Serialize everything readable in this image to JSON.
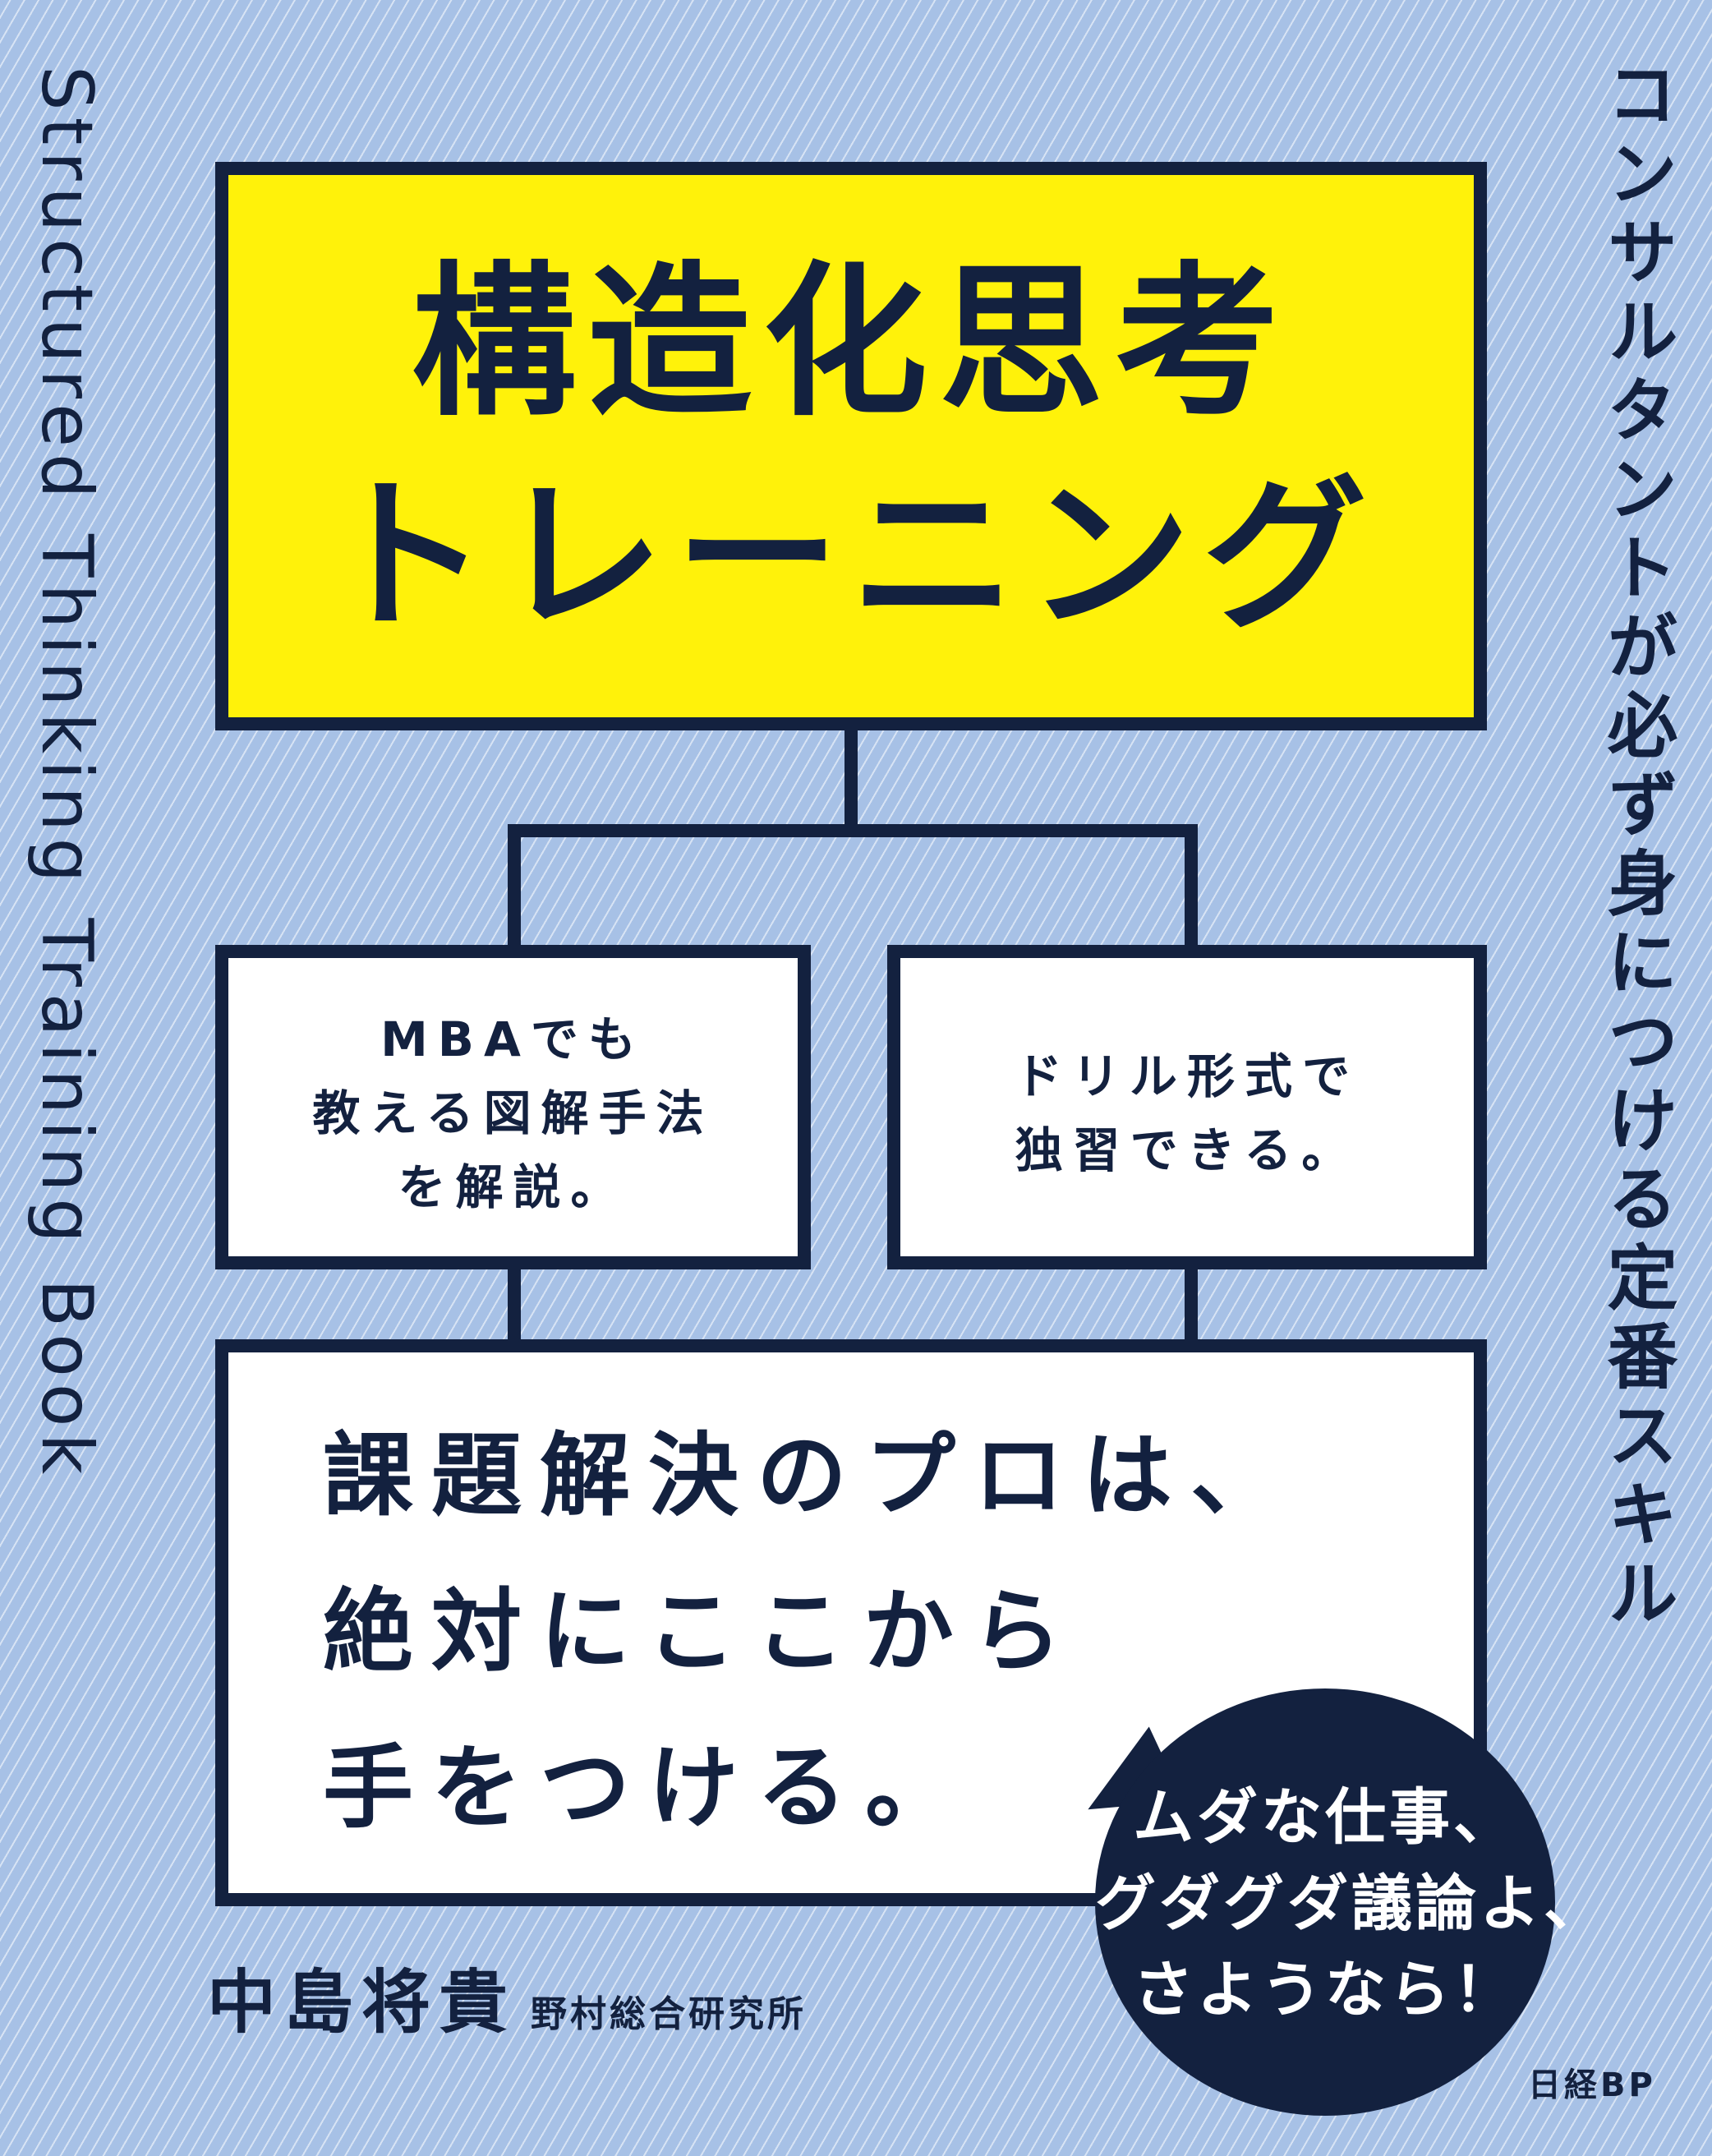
{
  "cover": {
    "title_line1": "構造化思考",
    "title_line2": "トレーニング",
    "box_left": [
      "MBAでも",
      "教える図解手法",
      "を解説。"
    ],
    "box_right": [
      "ドリル形式で",
      "独習できる。"
    ],
    "main_lines": [
      "課題解決のプロは、",
      "絶対にここから",
      "手をつける。"
    ],
    "catchphrase": "コンサルタントが必ず身につける定番スキル",
    "english_title": "Structured Thinking Training Book",
    "author": "中島将貴",
    "affiliation": "野村総合研究所",
    "bubble_lines": [
      "ムダな仕事、",
      "グダグダ議論よ、",
      "さようなら！"
    ],
    "publisher": "日経BP"
  },
  "colors": {
    "background": "#a7c1e6",
    "title_box": "#fff20a",
    "ink": "#13213f",
    "white": "#ffffff"
  }
}
